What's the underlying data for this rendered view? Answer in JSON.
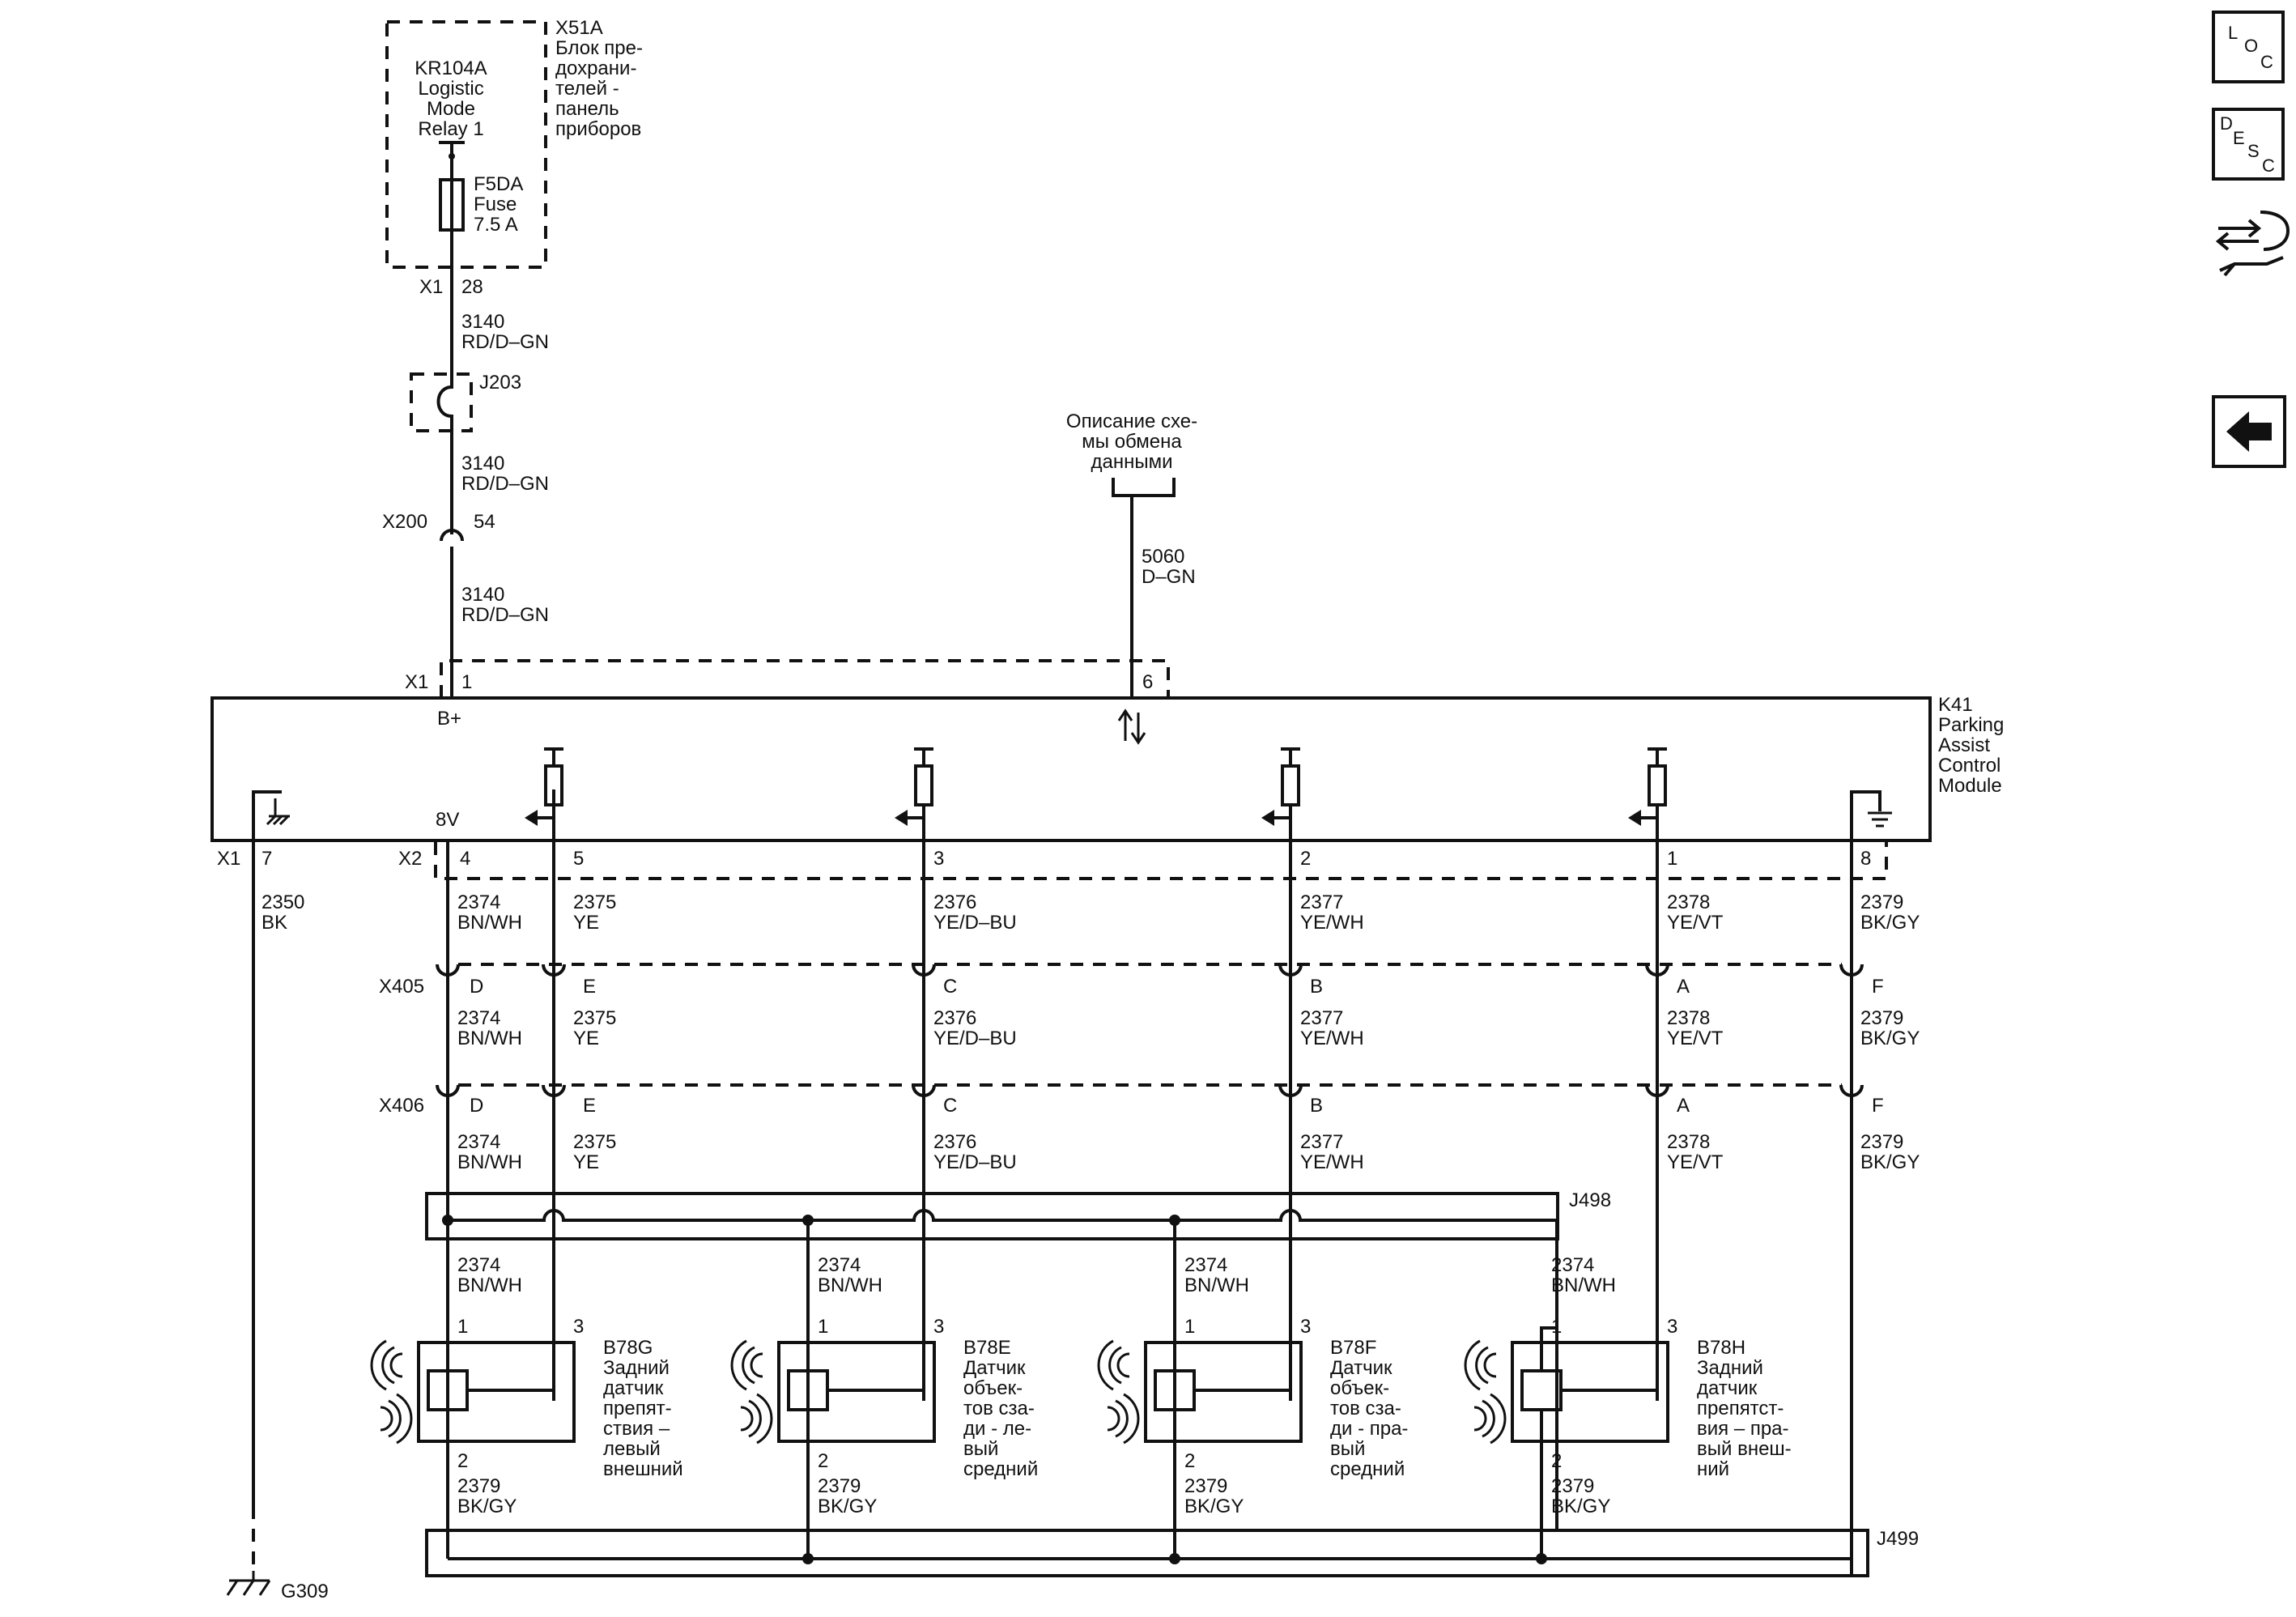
{
  "nav_buttons": {
    "loc": {
      "l1": "L",
      "l2": "O",
      "l3": "C"
    },
    "desc": {
      "l1": "D",
      "l2": "E",
      "l3": "S",
      "l4": "C"
    }
  },
  "fuse_block": {
    "ref": "X51A",
    "name_lines": [
      "Блок пре-",
      "дохрани-",
      "телей -",
      "панель",
      "приборов"
    ],
    "relay_lines": [
      "KR104A",
      "Logistic",
      "Mode",
      "Relay 1"
    ],
    "fuse_lines": [
      "F5DA",
      "Fuse",
      "7.5 A"
    ],
    "connector": "X1",
    "pin": "28"
  },
  "splice_j203": "J203",
  "inline_x200": {
    "ref": "X200",
    "pin": "54"
  },
  "feed_wires": [
    {
      "circuit": "3140",
      "color": "RD/D–GN"
    },
    {
      "circuit": "3140",
      "color": "RD/D–GN"
    },
    {
      "circuit": "3140",
      "color": "RD/D–GN"
    }
  ],
  "data_comm": {
    "label_lines": [
      "Описание схе-",
      "мы обмена",
      "данными"
    ],
    "circuit": "5060",
    "color": "D–GN"
  },
  "module": {
    "ref": "K41",
    "name_lines": [
      "Parking",
      "Assist",
      "Control",
      "Module"
    ],
    "top_connector": "X1",
    "top_pins": [
      "1",
      "6"
    ],
    "b_plus": "B+",
    "eight_v": "8V",
    "bottom_connector_x1": "X1",
    "bottom_connector_x2": "X2",
    "bottom_pins": {
      "gnd": "7",
      "p4": "4",
      "p5": "5",
      "p3": "3",
      "p2": "2",
      "p1": "1",
      "p8": "8"
    }
  },
  "ground_wire": {
    "circuit": "2350",
    "color": "BK",
    "ground_ref": "G309"
  },
  "x2_wires": [
    {
      "circuit": "2374",
      "color": "BN/WH"
    },
    {
      "circuit": "2375",
      "color": "YE"
    },
    {
      "circuit": "2376",
      "color": "YE/D–BU"
    },
    {
      "circuit": "2377",
      "color": "YE/WH"
    },
    {
      "circuit": "2378",
      "color": "YE/VT"
    },
    {
      "circuit": "2379",
      "color": "BK/GY"
    }
  ],
  "x405": {
    "ref": "X405",
    "pins": [
      "D",
      "E",
      "C",
      "B",
      "A",
      "F"
    ],
    "wires": [
      {
        "circuit": "2374",
        "color": "BN/WH"
      },
      {
        "circuit": "2375",
        "color": "YE"
      },
      {
        "circuit": "2376",
        "color": "YE/D–BU"
      },
      {
        "circuit": "2377",
        "color": "YE/WH"
      },
      {
        "circuit": "2378",
        "color": "YE/VT"
      },
      {
        "circuit": "2379",
        "color": "BK/GY"
      }
    ]
  },
  "x406": {
    "ref": "X406",
    "pins": [
      "D",
      "E",
      "C",
      "B",
      "A",
      "F"
    ],
    "wires": [
      {
        "circuit": "2374",
        "color": "BN/WH"
      },
      {
        "circuit": "2375",
        "color": "YE"
      },
      {
        "circuit": "2376",
        "color": "YE/D–BU"
      },
      {
        "circuit": "2377",
        "color": "YE/WH"
      },
      {
        "circuit": "2378",
        "color": "YE/VT"
      },
      {
        "circuit": "2379",
        "color": "BK/GY"
      }
    ]
  },
  "splice_j498": "J498",
  "splice_j499": "J499",
  "sensors": [
    {
      "ref": "B78G",
      "name_lines": [
        "Задний",
        "датчик",
        "препят-",
        "ствия –",
        "левый",
        "внешний"
      ],
      "pin_top_left": "1",
      "pin_top_right": "3",
      "pin_bottom": "2",
      "top_circuit": "2374",
      "top_color": "BN/WH",
      "bottom_circuit": "2379",
      "bottom_color": "BK/GY"
    },
    {
      "ref": "B78E",
      "name_lines": [
        "Датчик",
        "объек-",
        "тов сза-",
        "ди - ле-",
        "вый",
        "средний"
      ],
      "pin_top_left": "1",
      "pin_top_right": "3",
      "pin_bottom": "2",
      "top_circuit": "2374",
      "top_color": "BN/WH",
      "bottom_circuit": "2379",
      "bottom_color": "BK/GY"
    },
    {
      "ref": "B78F",
      "name_lines": [
        "Датчик",
        "объек-",
        "тов сза-",
        "ди - пра-",
        "вый",
        "средний"
      ],
      "pin_top_left": "1",
      "pin_top_right": "3",
      "pin_bottom": "2",
      "top_circuit": "2374",
      "top_color": "BN/WH",
      "bottom_circuit": "2379",
      "bottom_color": "BK/GY"
    },
    {
      "ref": "B78H",
      "name_lines": [
        "Задний",
        "датчик",
        "препятст-",
        "вия – пра-",
        "вый внеш-",
        "ний"
      ],
      "pin_top_left": "1",
      "pin_top_right": "3",
      "pin_bottom": "2",
      "top_circuit": "2374",
      "top_color": "BN/WH",
      "bottom_circuit": "2379",
      "bottom_color": "BK/GY"
    }
  ],
  "icons": {
    "connector_pins": "connector-pin-icon",
    "signal_arrow": "signal-arrow-icon",
    "ground": "ground-icon",
    "chassis_ground": "chassis-ground-icon",
    "ultrasonic_waves": "ultrasonic-wave-icon",
    "component_locator": "plug-wrench-icon",
    "back": "back-arrow-icon"
  }
}
